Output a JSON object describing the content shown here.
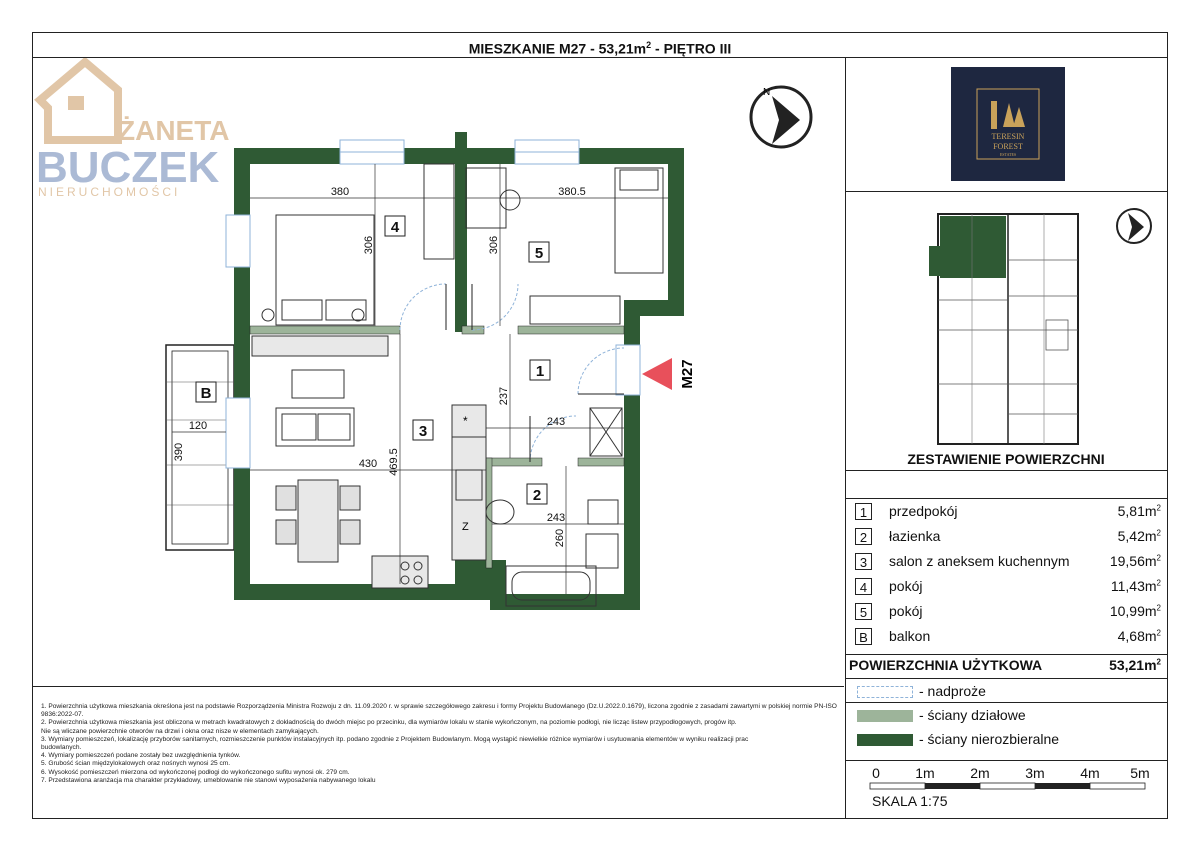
{
  "title": {
    "prefix": "MIESZKANIE M27 - 53,21m",
    "sup": "2",
    "suffix": " - PIĘTRO III"
  },
  "watermark": {
    "line1": "ŻANETA",
    "line2": "BUCZEK",
    "line3": "NIERUCHOMOŚCI"
  },
  "logo": {
    "line1": "TERESIN",
    "line2": "FOREST",
    "line3": "ESTATES"
  },
  "plan": {
    "apartment_label": "M27",
    "rooms": [
      {
        "id": "1"
      },
      {
        "id": "2"
      },
      {
        "id": "3"
      },
      {
        "id": "4"
      },
      {
        "id": "5"
      },
      {
        "id": "B"
      }
    ],
    "dimensions": {
      "d380": "380",
      "d306a": "306",
      "d306b": "306",
      "d380_5": "380.5",
      "d237": "237",
      "d243a": "243",
      "d243b": "243",
      "d430": "430",
      "d469_5": "469.5",
      "d260": "260",
      "d120": "120",
      "d390": "390"
    },
    "fridge_mark": "*",
    "z_mark": "Z"
  },
  "areas": {
    "title": "ZESTAWIENIE POWIERZCHNI",
    "rows": [
      {
        "num": "1",
        "name": "przedpokój",
        "value": "5,81m",
        "unit_sup": "2"
      },
      {
        "num": "2",
        "name": "łazienka",
        "value": "5,42m",
        "unit_sup": "2"
      },
      {
        "num": "3",
        "name": "salon z aneksem kuchennym",
        "value": "19,56m",
        "unit_sup": "2"
      },
      {
        "num": "4",
        "name": "pokój",
        "value": "11,43m",
        "unit_sup": "2"
      },
      {
        "num": "5",
        "name": "pokój",
        "value": "10,99m",
        "unit_sup": "2"
      },
      {
        "num": "B",
        "name": "balkon",
        "value": "4,68m",
        "unit_sup": "2"
      }
    ],
    "total_label": "POWIERZCHNIA UŻYTKOWA",
    "total_value": "53,21m",
    "total_sup": "2"
  },
  "legend": [
    {
      "label": "- nadproże",
      "style": "dashed",
      "color": "#8fb3d9"
    },
    {
      "label": "- ściany działowe",
      "style": "fill",
      "color": "#9db49a"
    },
    {
      "label": "- ściany nierozbieralne",
      "style": "fill",
      "color": "#2f5a34"
    }
  ],
  "scale": {
    "ticks": [
      "0",
      "1m",
      "2m",
      "3m",
      "4m",
      "5m"
    ],
    "label": "SKALA 1:75"
  },
  "notes": [
    "1. Powierzchnia użytkowa mieszkania określona jest na podstawie Rozporządzenia Ministra Rozwoju z dn. 11.09.2020 r. w sprawie szczegółowego zakresu i formy Projektu Budowlanego (Dz.U.2022.0.1679), liczona zgodnie z zasadami zawartymi w polskiej normie PN-ISO 9836:2022-07.",
    "2. Powierzchnia użytkowa mieszkania jest obliczona w metrach kwadratowych z dokładnością do dwóch miejsc po przecinku, dla wymiarów lokalu w stanie wykończonym, na poziomie podłogi, nie licząc listew przypodłogowych, progów itp.",
    "Nie są wliczane powierzchnie otworów na drzwi i okna oraz nisze w elementach zamykających.",
    "3. Wymiary pomieszczeń, lokalizację przyborów sanitarnych, rozmieszczenie punktów instalacyjnych itp. podano zgodnie z Projektem Budowlanym. Mogą wystąpić niewielkie różnice wymiarów i usytuowania elementów w wyniku realizacji prac",
    "budowlanych.",
    "4. Wymiary pomieszczeń podane zostały bez uwzględnienia tynków.",
    "5. Grubość ścian międzylokalowych oraz nośnych wynosi 25 cm.",
    "6. Wysokość pomieszczeń mierzona od wykończonej podłogi do wykończonego sufitu wynosi ok. 279 cm.",
    "7. Przedstawiona aranżacja ma charakter przykładowy, umeblowanie nie stanowi wyposażenia nabywanego lokalu"
  ],
  "colors": {
    "wall_dark": "#2f5a34",
    "wall_light": "#9db49a",
    "lintel": "#8fb3d9",
    "logo_bg": "#1e2740",
    "logo_gold": "#c9a25a",
    "marker": "#e8505b",
    "watermark_gold": "#d8b48a",
    "watermark_blue": "#8fa3c8"
  }
}
